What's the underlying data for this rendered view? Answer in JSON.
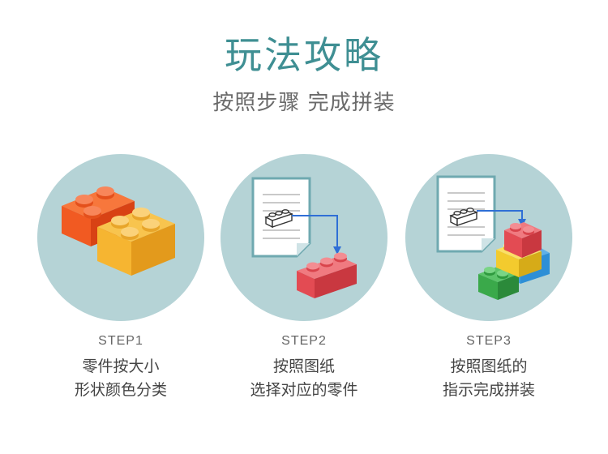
{
  "header": {
    "title": "玩法攻略",
    "subtitle": "按照步骤  完成拼装"
  },
  "steps": [
    {
      "label": "STEP1",
      "line1": "零件按大小",
      "line2": "形状颜色分类"
    },
    {
      "label": "STEP2",
      "line1": "按照图纸",
      "line2": "选择对应的零件"
    },
    {
      "label": "STEP3",
      "line1": "按照图纸的",
      "line2": "指示完成拼装"
    }
  ],
  "colors": {
    "title": "#3f8f93",
    "circle": "#b5d3d6",
    "arrow": "#2f6fd6",
    "orange_brick": "#f15a22",
    "yellow_brick": "#f6b531",
    "red_brick": "#e34b53",
    "green_brick": "#3aa94a",
    "blue_brick": "#2e8fd6"
  },
  "icons": [
    "lego-brick-icon",
    "blueprint-paper-icon",
    "arrow-icon"
  ]
}
